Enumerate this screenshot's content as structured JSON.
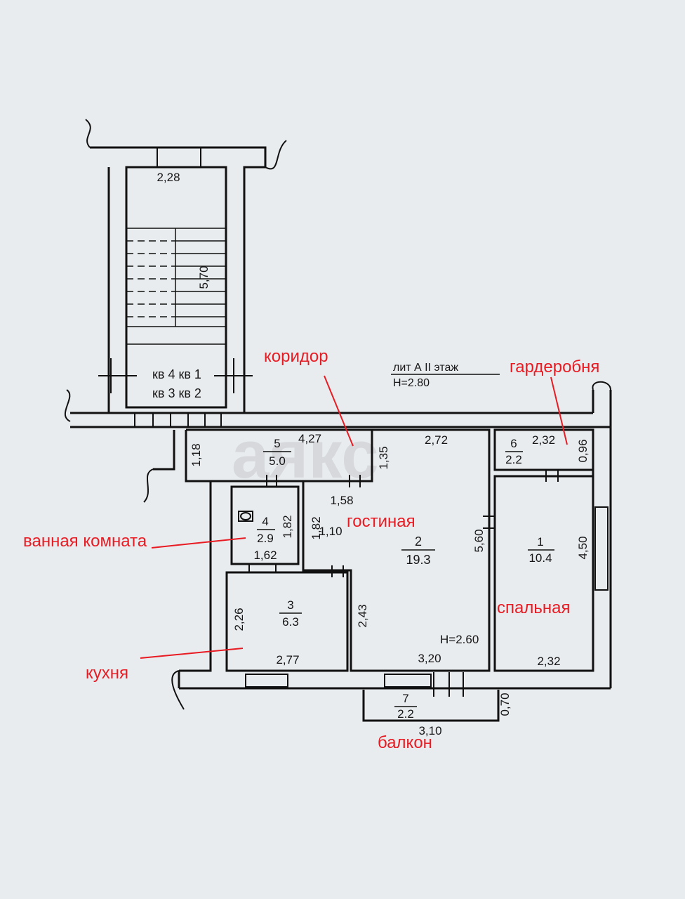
{
  "header": {
    "lit": "лит А II этаж",
    "height": "H=2.80"
  },
  "watermark": "аякс",
  "stairwell": {
    "top_dim": "2,28",
    "length_dim": "5,70",
    "kv_row1": "кв 4 кв 1",
    "kv_row2": "кв 3 кв 2"
  },
  "rooms": {
    "r5": {
      "number": "5",
      "area": "5.0",
      "dim_top": "4,27",
      "dim_left": "1,18",
      "dim_right": "1,35",
      "dim_bottom": "1,58"
    },
    "r2": {
      "number": "2",
      "area": "19.3",
      "dim_top": "2,72",
      "dim_right": "5,60",
      "dim_bottom": "3,20",
      "dim_left": "1,82",
      "dim_inner": "1,10",
      "dim_side": "2,43",
      "height": "H=2.60"
    },
    "r6": {
      "number": "6",
      "area": "2.2",
      "dim_top": "2,32",
      "dim_right": "0,96"
    },
    "r4": {
      "number": "4",
      "area": "2.9",
      "dim_side": "1,82",
      "dim_bottom": "1,62"
    },
    "r1": {
      "number": "1",
      "area": "10.4",
      "dim_side": "4,50",
      "dim_bottom": "2,32"
    },
    "r3": {
      "number": "3",
      "area": "6.3",
      "dim_left": "2,26",
      "dim_bottom": "2,77"
    },
    "r7": {
      "number": "7",
      "area": "2.2",
      "dim_bottom": "3,10",
      "dim_right": "0,70"
    }
  },
  "labels": {
    "corridor": "коридор",
    "wardrobe": "гардеробня",
    "living": "гостиная",
    "bathroom": "ванная комната",
    "bedroom": "спальная",
    "kitchen": "кухня",
    "balcony": "балкон"
  },
  "colors": {
    "paper": "#e9ecef",
    "ink": "#111111",
    "annotation": "#e81b23"
  }
}
